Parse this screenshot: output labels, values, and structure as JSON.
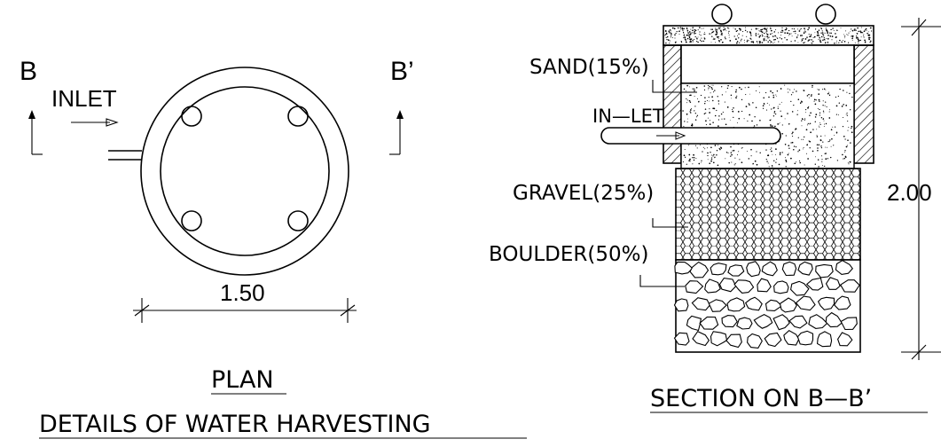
{
  "plan": {
    "label_b": "B",
    "label_b_prime": "B’",
    "inlet_label": "INLET",
    "dimension": "1.50",
    "caption": "PLAN"
  },
  "section": {
    "sand_label": "SAND(15%)",
    "inlet_label": "IN—LET",
    "gravel_label": "GRAVEL(25%)",
    "boulder_label": "BOULDER(50%)",
    "height_dimension": "2.00",
    "caption": "SECTION ON B—B’"
  },
  "title": "DETAILS OF WATER HARVESTING"
}
